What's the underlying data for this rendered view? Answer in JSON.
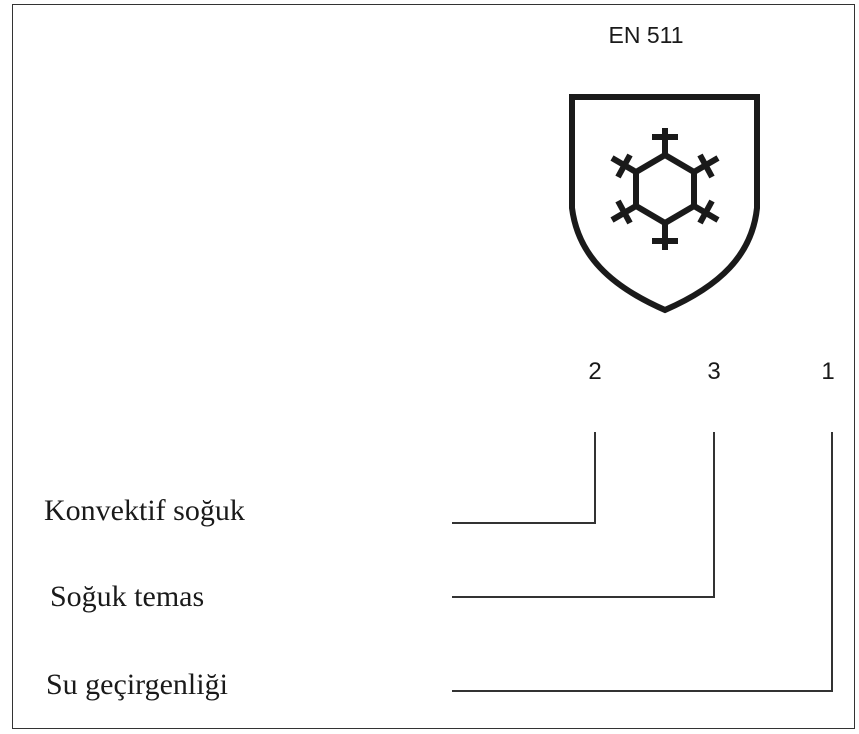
{
  "standard": "EN 511",
  "symbol": {
    "icon": "snowflake-shield-icon"
  },
  "ratings": [
    {
      "digit": "2",
      "label": "Konvektif soğuk"
    },
    {
      "digit": "3",
      "label": "Soğuk temas"
    },
    {
      "digit": "1",
      "label": "Su geçirgenliği"
    }
  ],
  "colors": {
    "ink": "#1a1a1a",
    "background": "#ffffff"
  }
}
